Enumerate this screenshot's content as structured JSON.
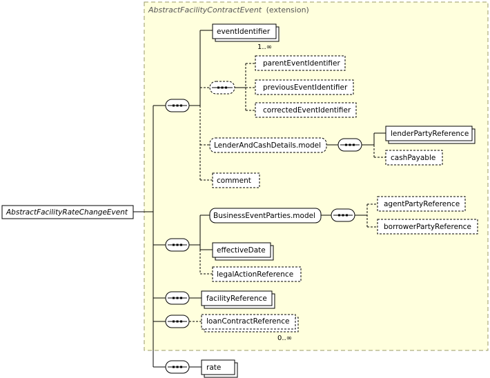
{
  "extension": {
    "base_name": "AbstractFacilityContractEvent",
    "suffix": "(extension)"
  },
  "root": {
    "label": "AbstractFacilityRateChangeEvent"
  },
  "elements": {
    "event_identifier": {
      "label": "eventIdentifier",
      "occurrence": "1..∞"
    },
    "parent_event_identifier": {
      "label": "parentEventIdentifier"
    },
    "previous_event_identifier": {
      "label": "previousEventIdentifier"
    },
    "corrected_event_identifier": {
      "label": "correctedEventIdentifier"
    },
    "lender_and_cash_details_model": {
      "label": "LenderAndCashDetails.model"
    },
    "lender_party_reference": {
      "label": "lenderPartyReference"
    },
    "cash_payable": {
      "label": "cashPayable"
    },
    "comment": {
      "label": "comment"
    },
    "business_event_parties_model": {
      "label": "BusinessEventParties.model"
    },
    "agent_party_reference": {
      "label": "agentPartyReference"
    },
    "borrower_party_reference": {
      "label": "borrowerPartyReference"
    },
    "effective_date": {
      "label": "effectiveDate"
    },
    "legal_action_reference": {
      "label": "legalActionReference"
    },
    "facility_reference": {
      "label": "facilityReference"
    },
    "loan_contract_reference": {
      "label": "loanContractReference",
      "occurrence": "0..∞"
    },
    "rate": {
      "label": "rate"
    }
  },
  "colors": {
    "extension_fill": "#ffffdd",
    "extension_border": "#999966",
    "box_fill": "#ffffff",
    "line": "#000000"
  }
}
